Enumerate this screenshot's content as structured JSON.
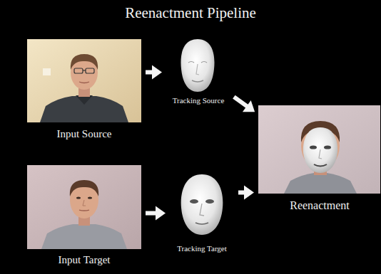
{
  "diagram": {
    "title": "Reenactment Pipeline",
    "nodes": [
      {
        "text": [
          "Input Source"
        ]
      },
      {
        "text": [
          "Tracking Source"
        ]
      },
      {
        "text": [
          "Reenactment"
        ]
      },
      {
        "text": [
          "Input Target"
        ]
      },
      {
        "text": [
          "Tracking Target"
        ]
      }
    ],
    "edges": [
      {
        "from": 0,
        "to": 1,
        "arrow": "to"
      },
      {
        "from": 1,
        "to": 2,
        "arrow": "to"
      },
      {
        "from": 3,
        "to": 4,
        "arrow": "to"
      },
      {
        "from": 4,
        "to": 2,
        "arrow": "to"
      }
    ]
  }
}
